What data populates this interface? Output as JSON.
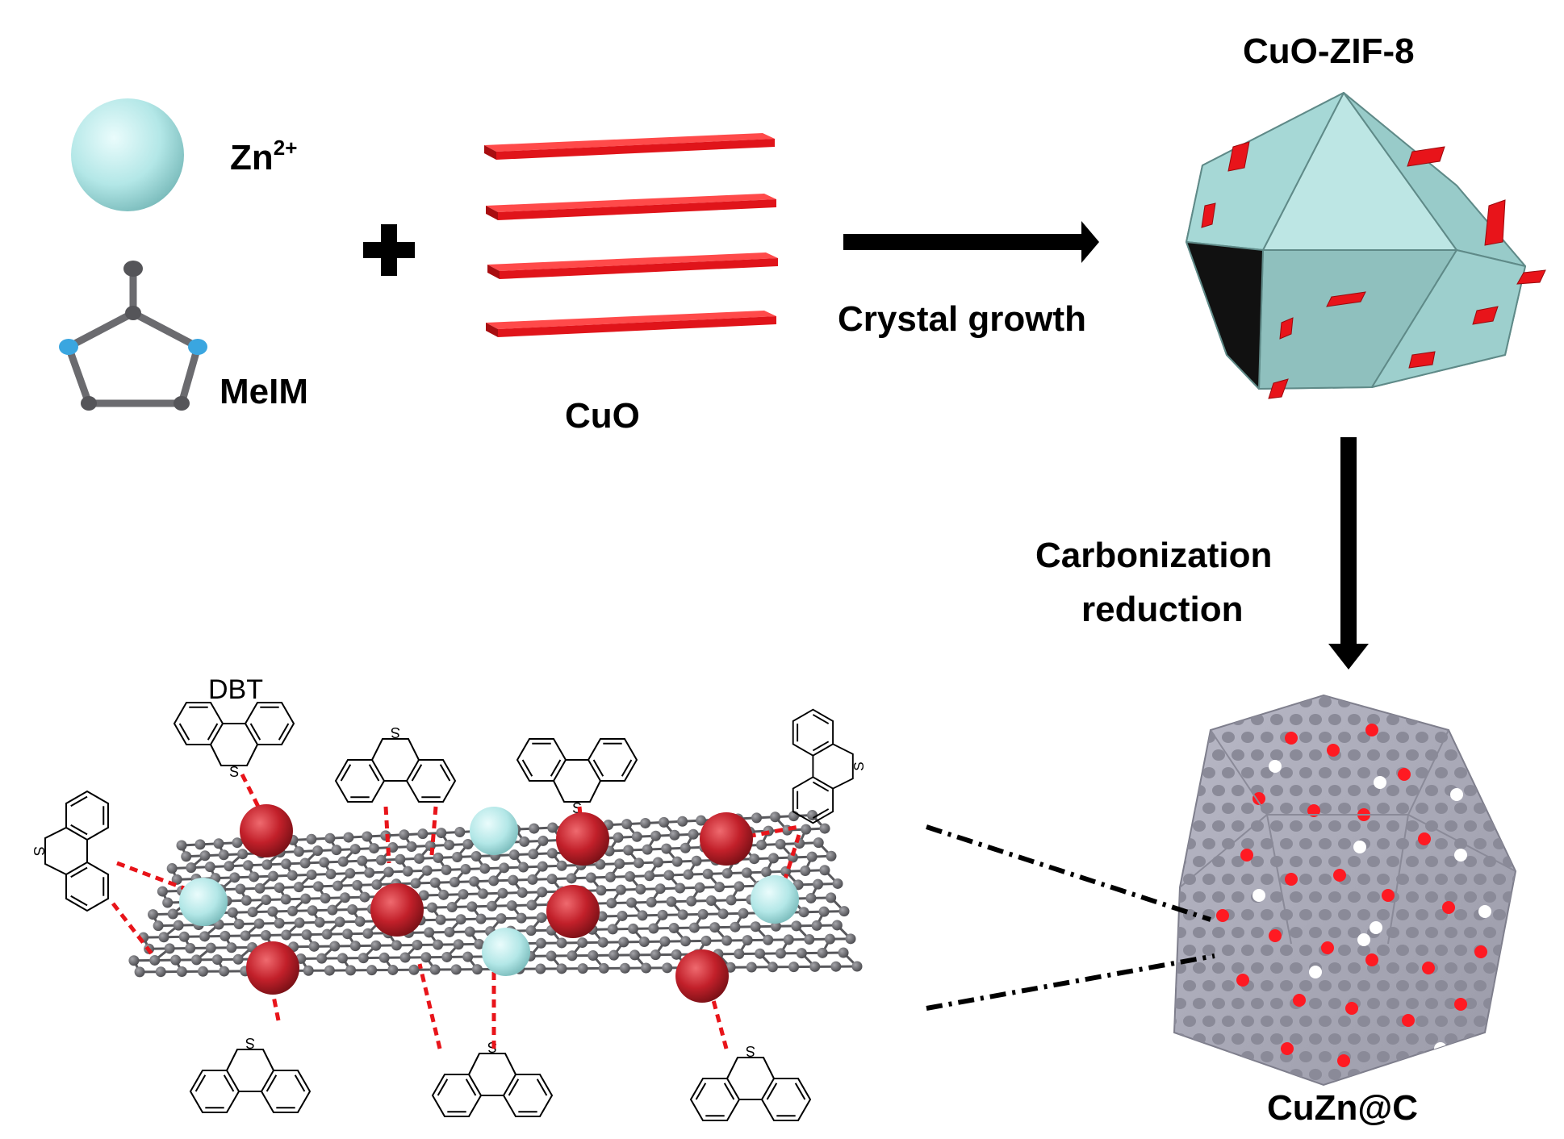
{
  "labels": {
    "zn": "Zn",
    "zn_charge": "2+",
    "meim": "MeIM",
    "cuo": "CuO",
    "crystal_growth": "Crystal growth",
    "cuo_zif8": "CuO-ZIF-8",
    "carbonization_line1": "Carbonization",
    "carbonization_line2": "reduction",
    "dbt": "DBT",
    "cuzn_c": "CuZn@C",
    "sulfur": "S"
  },
  "colors": {
    "zn_sphere": "#a9e3e3",
    "cu_sphere": "#b8202a",
    "cuo_plate": "#e8141a",
    "zif_face": "#a8d8d6",
    "carbon_shell": "#a8a8b8",
    "graphene_atom": "#6e6e72",
    "link_line": "#e8141a",
    "nitrogen": "#3aa6e0"
  },
  "icons": [
    "plus-icon",
    "right-arrow-icon",
    "down-arrow-icon"
  ]
}
